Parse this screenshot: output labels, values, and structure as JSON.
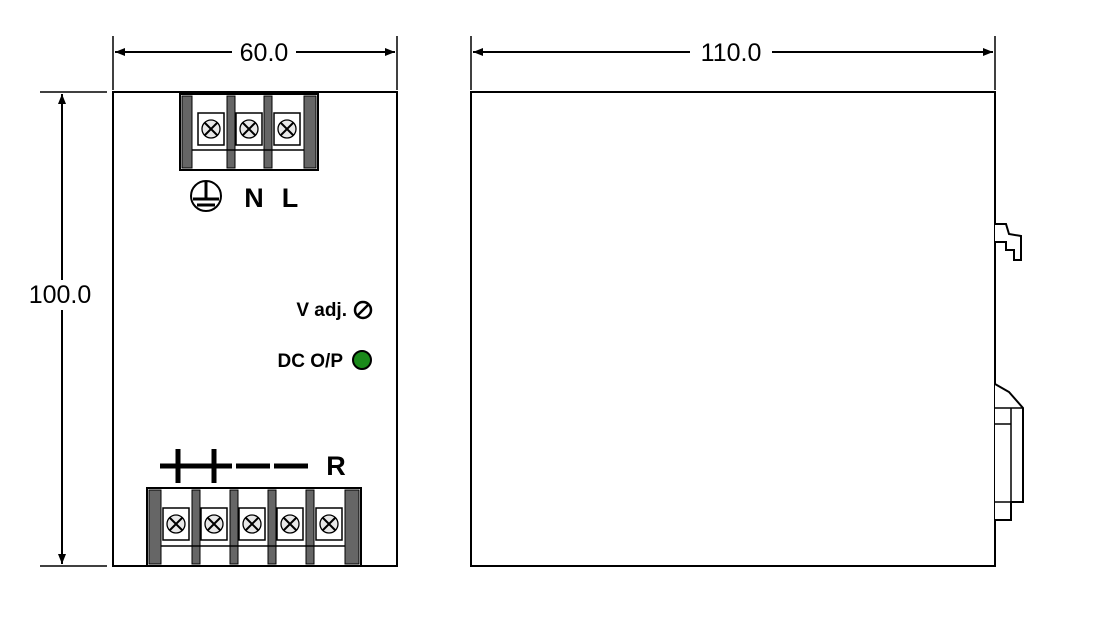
{
  "front_view": {
    "width_dimension": "60.0",
    "height_dimension": "100.0",
    "input_terminals": [
      "N",
      "L"
    ],
    "output_terminals": [
      "R"
    ],
    "v_adj_label": "V adj.",
    "dc_op_label": "DC O/P",
    "led_color": "#1a8a1a"
  },
  "side_view": {
    "length_dimension": "110.0"
  }
}
